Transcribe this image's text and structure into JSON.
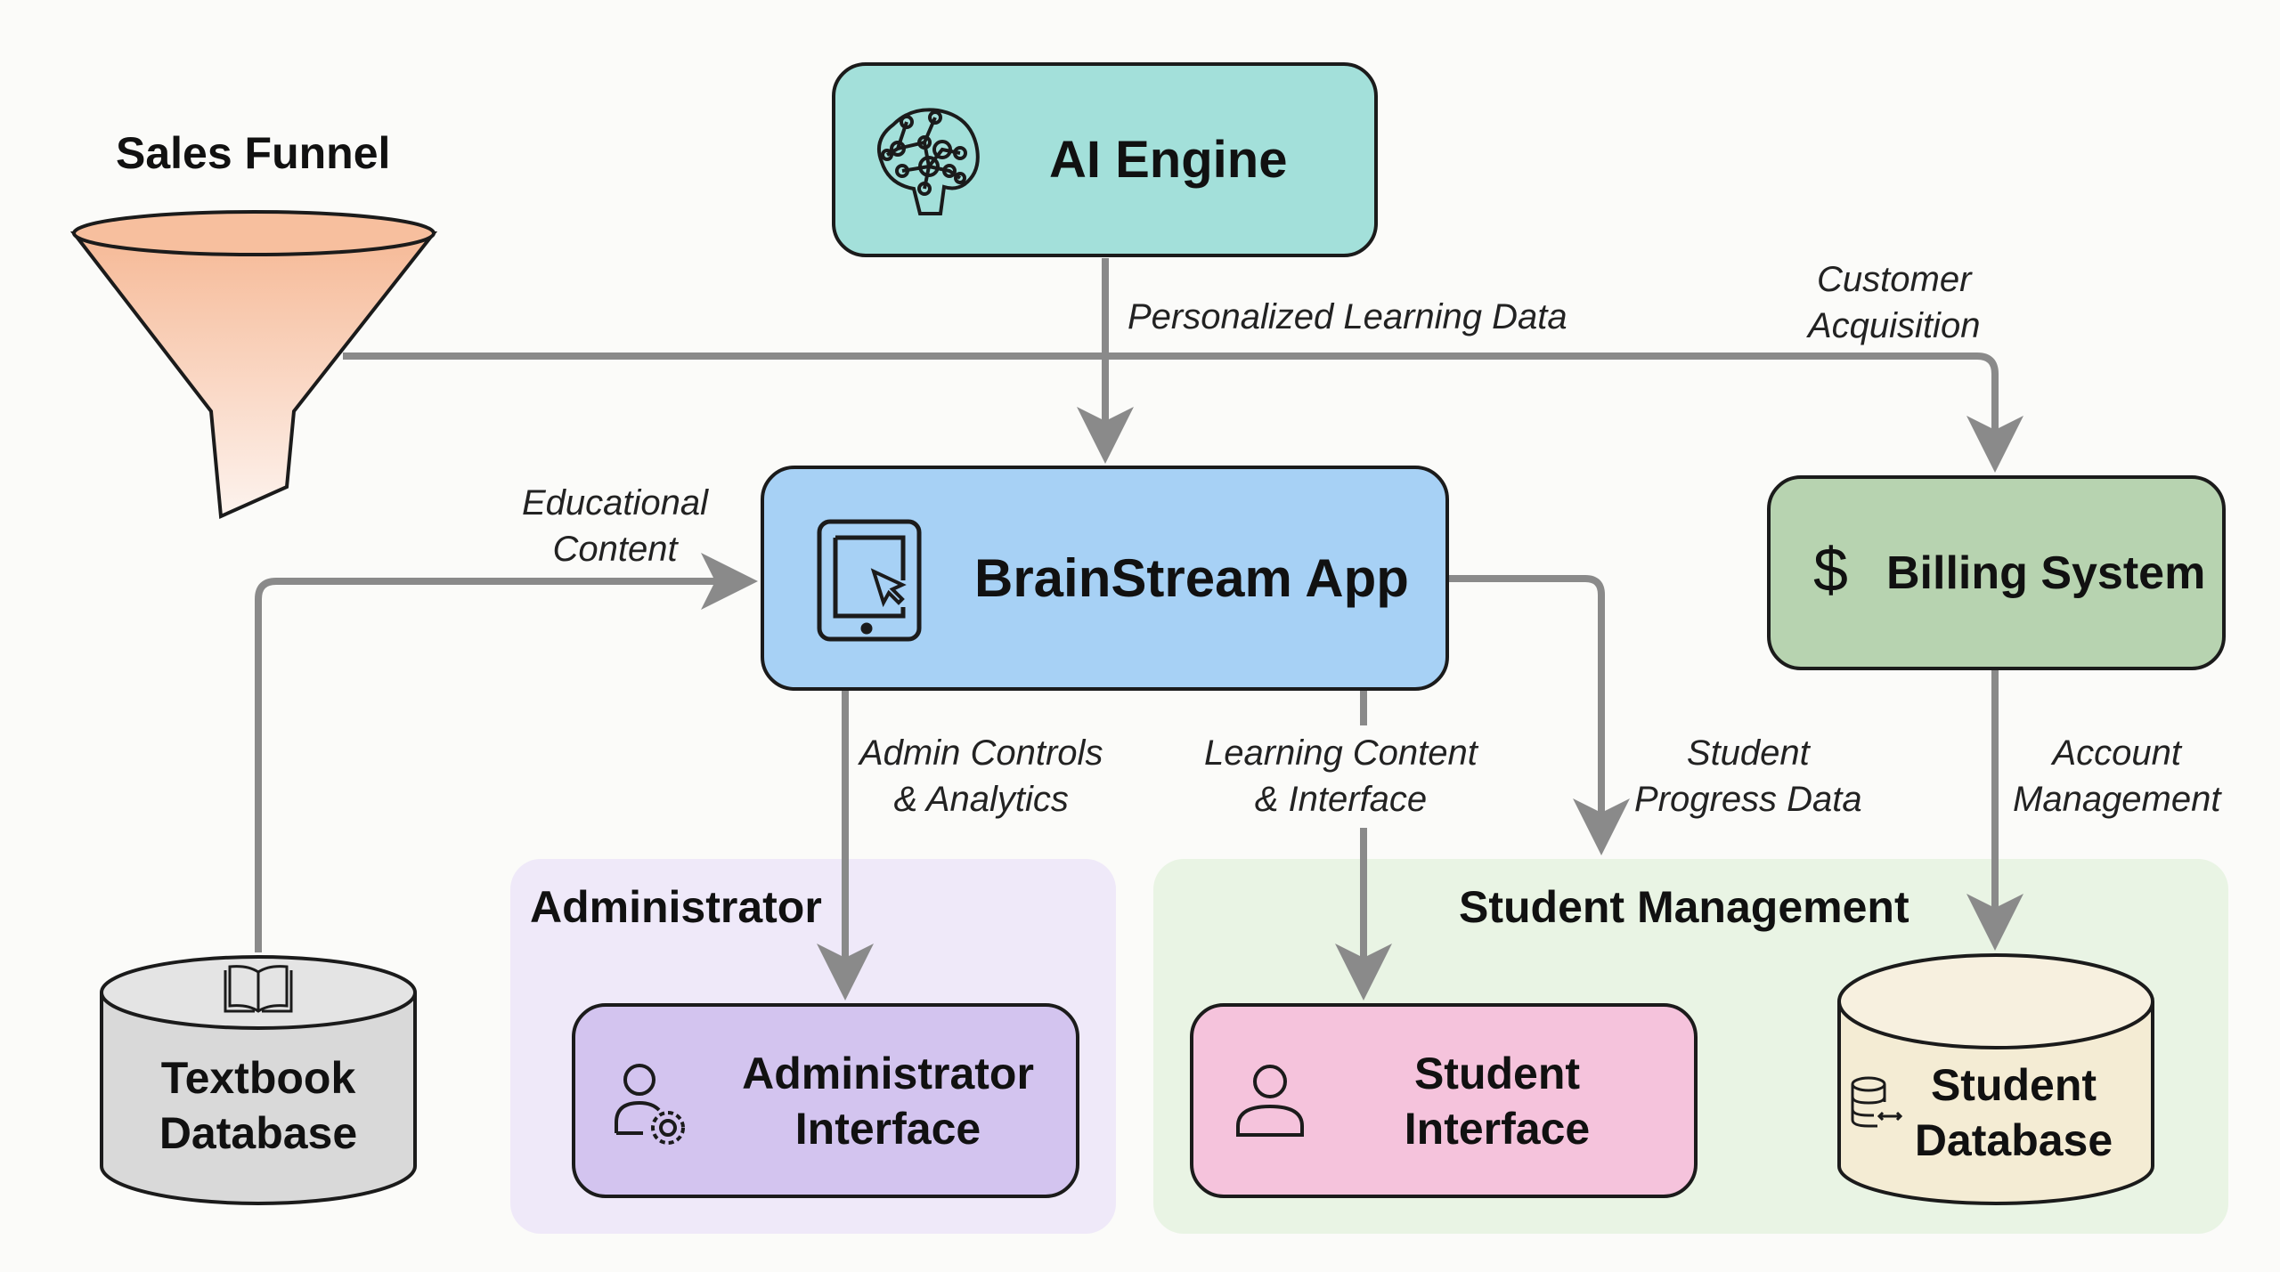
{
  "title": "Sales Funnel",
  "nodes": {
    "ai_engine": {
      "label": "AI Engine",
      "icon": "brain-network-icon",
      "color": "#a3e0da"
    },
    "brainstream": {
      "label": "BrainStream App",
      "icon": "tablet-cursor-icon",
      "color": "#a7d1f5"
    },
    "billing": {
      "label": "Billing System",
      "icon": "dollar-icon",
      "color": "#b7d3b0"
    },
    "admin_interface": {
      "label_line1": "Administrator",
      "label_line2": "Interface",
      "icon": "user-gear-icon",
      "color": "#d3c4ef"
    },
    "student_interface": {
      "label_line1": "Student",
      "label_line2": "Interface",
      "icon": "user-icon",
      "color": "#f5c3dc"
    },
    "textbook_db": {
      "label_line1": "Textbook",
      "label_line2": "Database",
      "icon": "book-icon",
      "color": "#d9d9d9"
    },
    "student_db": {
      "label_line1": "Student",
      "label_line2": "Database",
      "icon": "database-sync-icon",
      "color": "#f4ecd4"
    }
  },
  "groups": {
    "administrator": {
      "label": "Administrator",
      "color": "#efe9f9"
    },
    "student_management": {
      "label": "Student Management",
      "color": "#e9f4e4"
    }
  },
  "edges": {
    "personalized": {
      "label": "Personalized Learning Data"
    },
    "customer_acq": {
      "line1": "Customer",
      "line2": "Acquisition"
    },
    "educational": {
      "line1": "Educational",
      "line2": "Content"
    },
    "admin_controls": {
      "line1": "Admin Controls",
      "line2": "& Analytics"
    },
    "learning_content": {
      "line1": "Learning Content",
      "line2": "& Interface"
    },
    "student_progress": {
      "line1": "Student",
      "line2": "Progress Data"
    },
    "account_mgmt": {
      "line1": "Account",
      "line2": "Management"
    }
  },
  "colors": {
    "arrow": "#8a8a8a",
    "funnel_top": "#f6b996",
    "funnel_bottom": "#fdf3ee"
  }
}
